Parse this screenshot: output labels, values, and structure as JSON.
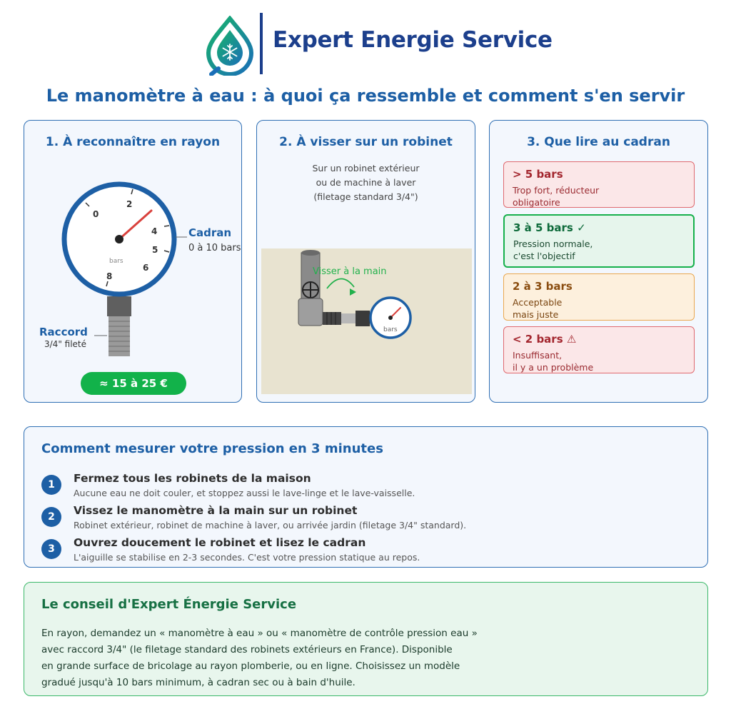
{
  "brand": "Expert Energie Service",
  "main_title": "Le manomètre à eau : à quoi ça ressemble et comment s'en servir",
  "card1": {
    "title": "1. À reconnaître en rayon",
    "gauge_numbers": [
      "0",
      "2",
      "4",
      "5",
      "6",
      "8"
    ],
    "gauge_unit": "bars",
    "cadran_label": "Cadran",
    "cadran_sub": "0 à 10 bars",
    "raccord_label": "Raccord",
    "raccord_sub": "3/4\" fileté",
    "price": "≈ 15 à 25 €"
  },
  "card2": {
    "title": "2. À visser sur un robinet",
    "desc": [
      "Sur un robinet extérieur",
      "ou de machine à laver",
      "(filetage standard 3/4\")"
    ],
    "scene_label": "Visser à la main",
    "gauge_unit": "bars"
  },
  "card3": {
    "title": "3. Que lire au cadran",
    "levels": [
      {
        "title": "> 5 bars",
        "desc": [
          "Trop fort, réducteur",
          "obligatoire"
        ]
      },
      {
        "title": "3 à 5 bars  ✓",
        "desc": [
          "Pression normale,",
          "c'est l'objectif"
        ]
      },
      {
        "title": "2 à 3 bars",
        "desc": [
          "Acceptable",
          "mais juste"
        ]
      },
      {
        "title": "< 2 bars  ⚠",
        "desc": [
          "Insuffisant,",
          "il y a un problème"
        ]
      }
    ]
  },
  "howto": {
    "title": "Comment mesurer votre pression en 3 minutes",
    "steps": [
      {
        "num": "1",
        "title": "Fermez tous les robinets de la maison",
        "desc": "Aucune eau ne doit couler, et stoppez aussi le lave-linge et le lave-vaisselle."
      },
      {
        "num": "2",
        "title": "Vissez le manomètre à la main sur un robinet",
        "desc": "Robinet extérieur, robinet de machine à laver, ou arrivée jardin (filetage 3/4\" standard)."
      },
      {
        "num": "3",
        "title": "Ouvrez doucement le robinet et lisez le cadran",
        "desc": "L'aiguille se stabilise en 2-3 secondes. C'est votre pression statique au repos."
      }
    ]
  },
  "tip": {
    "title": "Le conseil d'Expert Énergie Service",
    "lines": [
      "En rayon, demandez un « manomètre à eau » ou « manomètre de contrôle pression eau »",
      "avec raccord 3/4\" (le filetage standard des robinets extérieurs en France). Disponible",
      "en grande surface de bricolage au rayon plomberie, ou en ligne. Choisissez un modèle",
      "gradué jusqu'à 10 bars minimum, à cadran sec ou à bain d'huile."
    ]
  },
  "colors": {
    "brand_blue": "#1c3f8c",
    "title_blue": "#1d5fa5",
    "green": "#12b24a",
    "red": "#a3262e",
    "orange": "#8a4d10"
  }
}
